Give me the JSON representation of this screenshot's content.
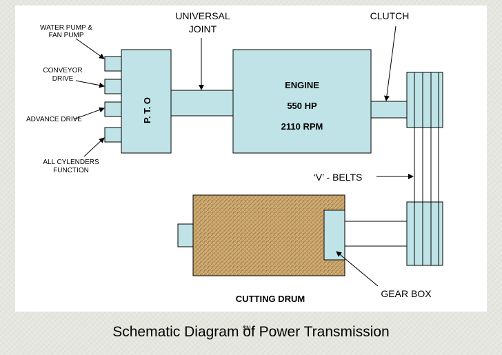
{
  "labels": {
    "water_pump": [
      "WATER PUMP &",
      "FAN PUMP"
    ],
    "conveyor": [
      "CONVEYOR",
      "DRIVE"
    ],
    "advance": "ADVANCE DRIVE",
    "cylinders": [
      "ALL CYLENDERS",
      "FUNCTION"
    ],
    "universal_joint": [
      "UNIVERSAL",
      "JOINT"
    ],
    "clutch": "CLUTCH",
    "pto": "P. T. O",
    "engine": "ENGINE",
    "engine_hp": "550 HP",
    "engine_rpm": "2110 RPM",
    "v_belts": "‘V’ - BELTS",
    "gear_box": "GEAR BOX",
    "cutting_drum": "CUTTING DRUM"
  },
  "footer": {
    "title": "Schematic Diagram of Power Transmission",
    "mark": "$N"
  },
  "colors": {
    "box_fill": "#bfe3e6",
    "drum_fill": "#c9a46a",
    "stroke": "#000000"
  }
}
